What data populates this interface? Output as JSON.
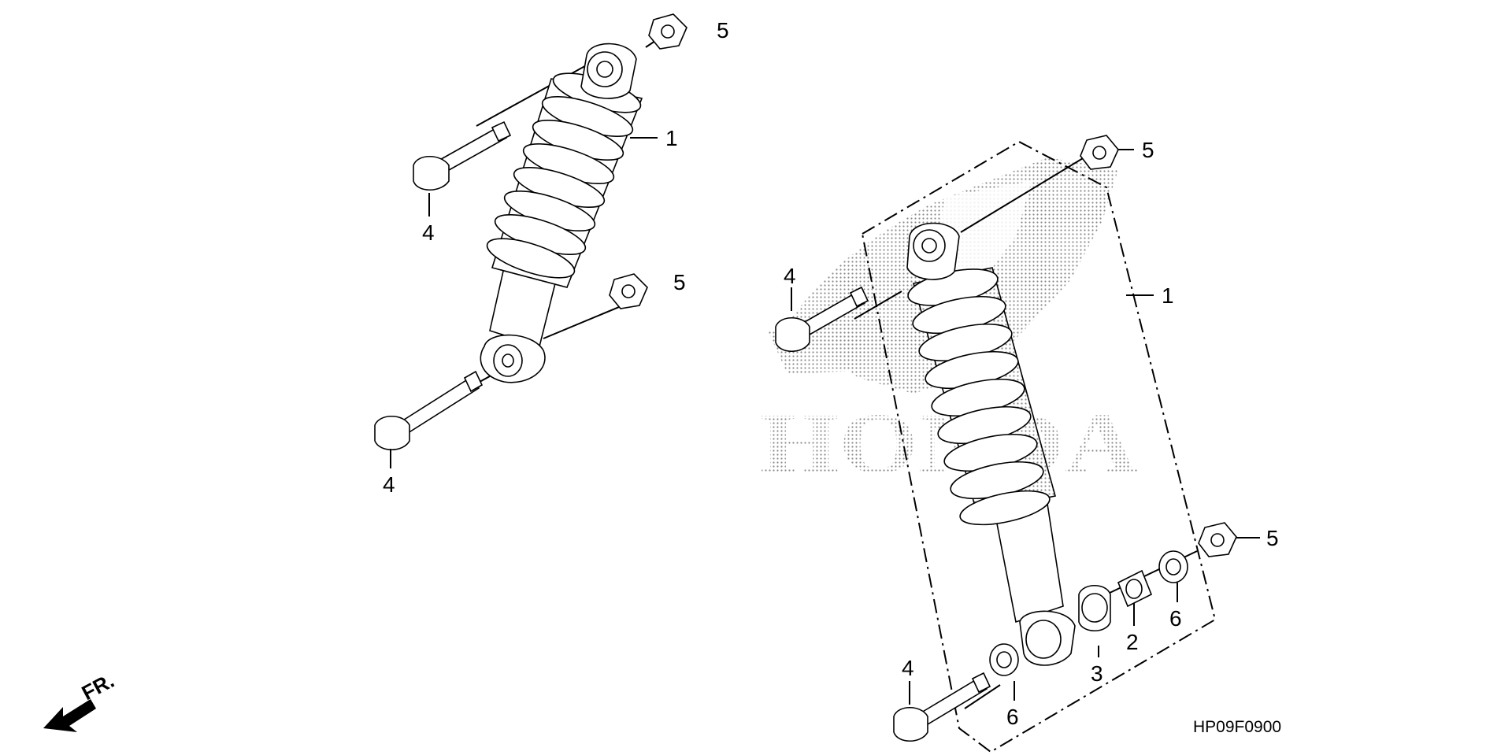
{
  "diagram": {
    "code": "HP09F0900",
    "direction_label": "FR.",
    "watermark_text": "HONDA",
    "callouts": {
      "left_shock": "1",
      "left_bolt_top": "4",
      "left_bolt_bottom": "4",
      "left_nut_top": "5",
      "left_nut_bottom": "5",
      "right_shock": "1",
      "right_bolt_top": "4",
      "right_bolt_bottom": "4",
      "right_nut_top": "5",
      "right_nut_bottom": "5",
      "collar": "2",
      "bushing": "3",
      "seal_left": "6",
      "seal_right": "6"
    }
  }
}
